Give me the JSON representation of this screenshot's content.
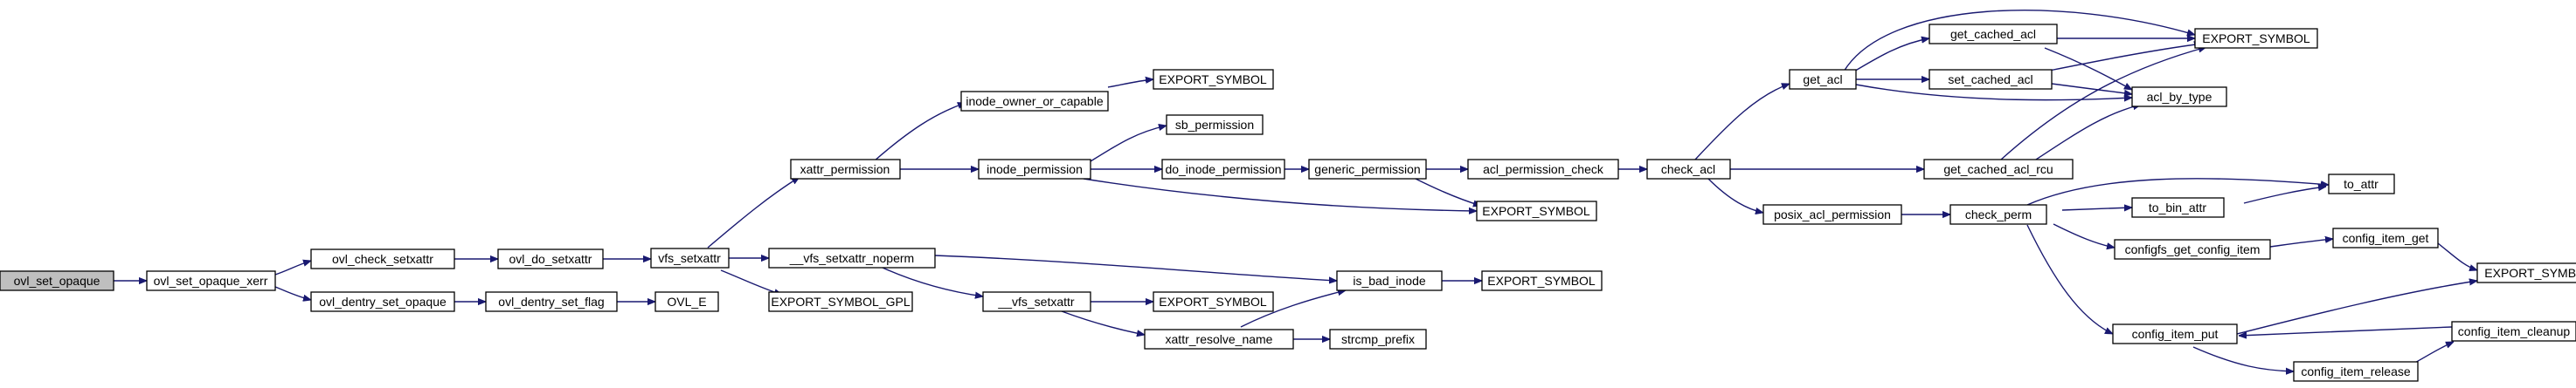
{
  "graph": {
    "nodes": {
      "n0": "ovl_set_opaque",
      "n1": "ovl_set_opaque_xerr",
      "n2": "ovl_check_setxattr",
      "n3": "ovl_dentry_set_opaque",
      "n4": "ovl_do_setxattr",
      "n5": "ovl_dentry_set_flag",
      "n6": "OVL_E",
      "n7": "vfs_setxattr",
      "n8": "xattr_permission",
      "n9": "__vfs_setxattr_noperm",
      "n10": "EXPORT_SYMBOL_GPL",
      "n11": "inode_owner_or_capable",
      "n12": "EXPORT_SYMBOL",
      "n13": "inode_permission",
      "n14": "sb_permission",
      "n15": "do_inode_permission",
      "n16": "__vfs_setxattr",
      "n17": "EXPORT_SYMBOL",
      "n18": "xattr_resolve_name",
      "n19": "strcmp_prefix",
      "n20": "generic_permission",
      "n21": "acl_permission_check",
      "n22": "EXPORT_SYMBOL",
      "n23": "is_bad_inode",
      "n24": "EXPORT_SYMBOL",
      "n25": "check_acl",
      "n26": "get_acl",
      "n27": "posix_acl_permission",
      "n28": "get_cached_acl",
      "n29": "set_cached_acl",
      "n30": "get_cached_acl_rcu",
      "n31": "EXPORT_SYMBOL",
      "n32": "acl_by_type",
      "n33": "check_perm",
      "n34": "to_attr",
      "n35": "to_bin_attr",
      "n36": "configfs_get_config_item",
      "n37": "config_item_get",
      "n38": "config_item_put",
      "n39": "EXPORT_SYMBOL",
      "n40": "config_item_cleanup",
      "n41": "config_item_release"
    }
  }
}
